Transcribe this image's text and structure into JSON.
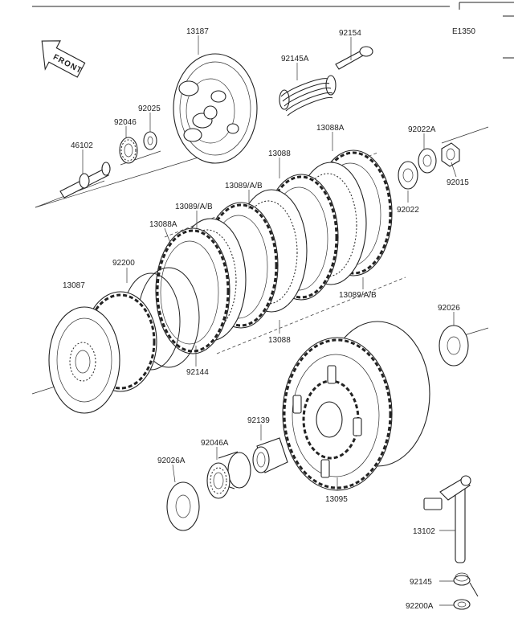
{
  "diagram": {
    "code": "E1350",
    "front_label": "FRONT",
    "parts": {
      "p13187": "13187",
      "p92154": "92154",
      "p92145A": "92145A",
      "p92025": "92025",
      "p92046": "92046",
      "p46102": "46102",
      "p13088A_top": "13088A",
      "p92022A": "92022A",
      "p13088_top": "13088",
      "p92015": "92015",
      "p13089AB_1": "13089/A/B",
      "p92022": "92022",
      "p13089AB_2": "13089/A/B",
      "p13088A_left": "13088A",
      "p92200": "92200",
      "p13087": "13087",
      "p13089AB_right": "13089/A/B",
      "p92026": "92026",
      "p13088_bottom": "13088",
      "p92144": "92144",
      "p92139": "92139",
      "p92046A": "92046A",
      "p92026A": "92026A",
      "p13095": "13095",
      "p13102": "13102",
      "p92145": "92145",
      "p92200A": "92200A"
    }
  }
}
